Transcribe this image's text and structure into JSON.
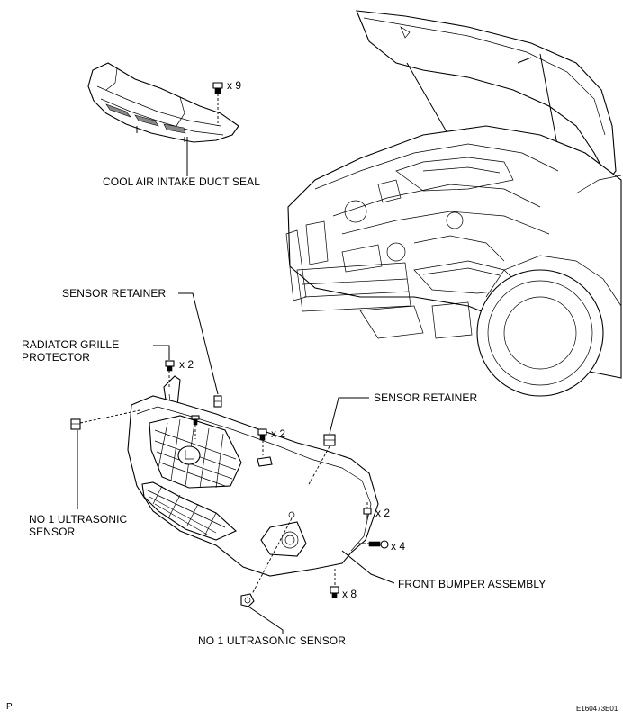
{
  "labels": {
    "cool_air_intake_duct_seal": "COOL AIR INTAKE DUCT SEAL",
    "sensor_retainer_left": "SENSOR RETAINER",
    "radiator_grille_protector_line1": "RADIATOR GRILLE",
    "radiator_grille_protector_line2": "PROTECTOR",
    "sensor_retainer_right": "SENSOR RETAINER",
    "no1_ultrasonic_sensor_left_line1": "NO  1 ULTRASONIC",
    "no1_ultrasonic_sensor_left_line2": "SENSOR",
    "front_bumper_assembly": "FRONT BUMPER ASSEMBLY",
    "no1_ultrasonic_sensor_bottom": "NO  1 ULTRASONIC SENSOR"
  },
  "quantities": {
    "seal_clips": "x 9",
    "grille_protector_clips": "x 2",
    "center_clips": "x 2",
    "right_side_screws": "x 2",
    "bolts": "x 4",
    "lower_clips": "x 8"
  },
  "footer": {
    "page_marker": "P",
    "figure_code": "E160473E01"
  }
}
